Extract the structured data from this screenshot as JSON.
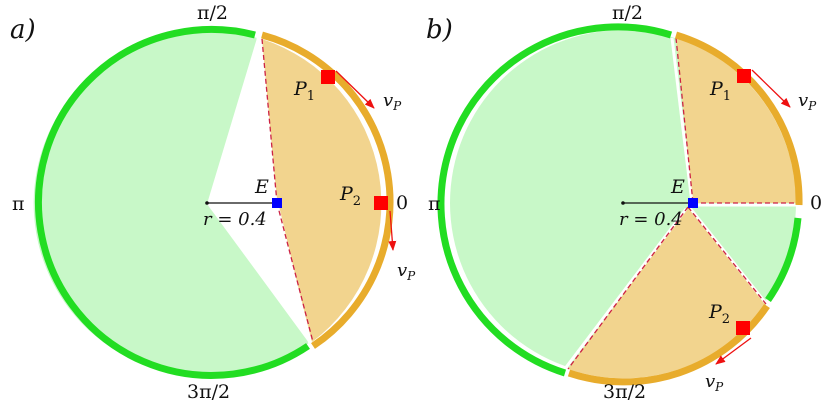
{
  "panels": [
    {
      "id": "a",
      "label": "a)",
      "angle_labels": {
        "top": "π/2",
        "left": "π",
        "right": "0",
        "bottom": "3π/2"
      },
      "center_label": "E",
      "radius_label": "r = 0.4",
      "points": [
        {
          "name": "P",
          "sub": "1",
          "velocity": "v",
          "velocity_sub": "P"
        },
        {
          "name": "P",
          "sub": "2",
          "velocity": "v",
          "velocity_sub": "P"
        }
      ]
    },
    {
      "id": "b",
      "label": "b)",
      "angle_labels": {
        "top": "π/2",
        "left": "π",
        "right": "0",
        "bottom": "3π/2"
      },
      "center_label": "E",
      "radius_label": "r = 0.4",
      "points": [
        {
          "name": "P",
          "sub": "1",
          "velocity": "v",
          "velocity_sub": "P"
        },
        {
          "name": "P",
          "sub": "2",
          "velocity": "v",
          "velocity_sub": "P"
        }
      ]
    }
  ],
  "colors": {
    "safe_region_fill": "#c8f8c8",
    "safe_arc": "#22dd22",
    "capture_region_fill": "#f2d48e",
    "capture_arc": "#e8ac2c",
    "pursuer": "#ff0000",
    "evader": "#0000ff",
    "boundary_dash": "#cc2244",
    "velocity_arrow": "#ee1111"
  }
}
